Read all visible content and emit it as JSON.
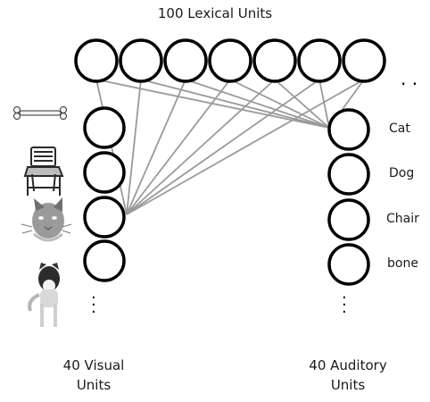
{
  "title": "100 Lexical Units",
  "lexical_units": {
    "count_shown": 7,
    "continuation": ". ."
  },
  "visual_units": {
    "label_line1": "40 Visual",
    "label_line2": "Units",
    "pictures": [
      "bone",
      "chair",
      "cat",
      "husky dog"
    ],
    "icons": [
      "bone-icon",
      "chair-icon",
      "cat-icon",
      "dog-icon"
    ]
  },
  "auditory_units": {
    "label_line1": "40 Auditory",
    "label_line2": "Units",
    "words": [
      "Cat",
      "Dog",
      "Chair",
      "bone"
    ]
  },
  "colors": {
    "node_stroke": "#000000",
    "connection": "#9a9a9a",
    "text": "#1a1a1a"
  }
}
